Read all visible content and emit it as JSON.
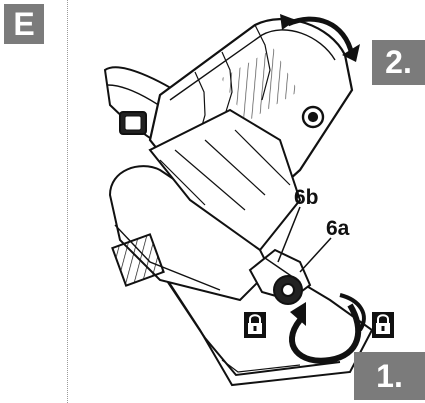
{
  "panel_label": "E",
  "steps": {
    "first": "1.",
    "second": "2."
  },
  "callouts": {
    "part_a": "6a",
    "part_b": "6b"
  },
  "colors": {
    "badge_gray": "#7b7b7b",
    "line_black": "#111111"
  },
  "icons": [
    "lock-icon",
    "lock-icon",
    "rotate-arrow-icon",
    "rotate-arrow-icon"
  ]
}
